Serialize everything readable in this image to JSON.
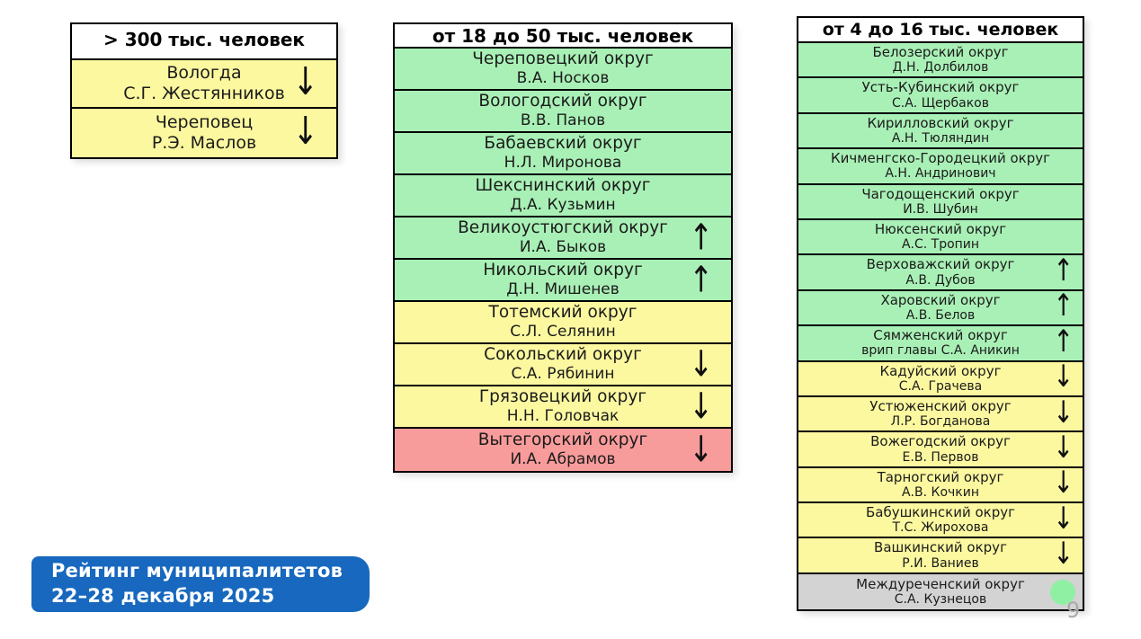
{
  "slide": {
    "badge": {
      "line1": "Рейтинг муниципалитетов",
      "line2": "22–28 декабря 2025"
    },
    "page_number": "9"
  },
  "colors": {
    "green": "#a9f0b6",
    "yellow": "#fcf8a0",
    "red": "#f89b9b",
    "gray": "#d3d3d3",
    "blue": "#1768be",
    "dot-green": "#8ff0a4"
  },
  "icons": {
    "up": "↑",
    "down": "↓"
  },
  "tables": [
    {
      "name": "table-over-300k",
      "header": "> 300 тыс. человек",
      "rows": [
        {
          "municipality": "Вологда",
          "head": "С.Г. Жестянников",
          "tone": "yellow",
          "trend": "down"
        },
        {
          "municipality": "Череповец",
          "head": "Р.Э. Маслов",
          "tone": "yellow",
          "trend": "down"
        }
      ]
    },
    {
      "name": "table-18-50k",
      "header": "от 18 до 50 тыс. человек",
      "rows": [
        {
          "municipality": "Череповецкий округ",
          "head": "В.А. Носков",
          "tone": "green",
          "trend": "none"
        },
        {
          "municipality": "Вологодский округ",
          "head": "В.В. Панов",
          "tone": "green",
          "trend": "none"
        },
        {
          "municipality": "Бабаевский округ",
          "head": "Н.Л. Миронова",
          "tone": "green",
          "trend": "none"
        },
        {
          "municipality": "Шекснинский округ",
          "head": "Д.А. Кузьмин",
          "tone": "green",
          "trend": "none"
        },
        {
          "municipality": "Великоустюгский округ",
          "head": "И.А. Быков",
          "tone": "green",
          "trend": "up"
        },
        {
          "municipality": "Никольский округ",
          "head": "Д.Н. Мишенев",
          "tone": "green",
          "trend": "up"
        },
        {
          "municipality": "Тотемский округ",
          "head": "С.Л. Селянин",
          "tone": "yellow",
          "trend": "none"
        },
        {
          "municipality": "Сокольский округ",
          "head": "С.А. Рябинин",
          "tone": "yellow",
          "trend": "down"
        },
        {
          "municipality": "Грязовецкий округ",
          "head": "Н.Н. Головчак",
          "tone": "yellow",
          "trend": "down"
        },
        {
          "municipality": "Вытегорский округ",
          "head": "И.А. Абрамов",
          "tone": "red",
          "trend": "down"
        }
      ]
    },
    {
      "name": "table-4-16k",
      "header": "от 4 до 16 тыс. человек",
      "rows": [
        {
          "municipality": "Белозерский округ",
          "head": "Д.Н. Долбилов",
          "tone": "green",
          "trend": "none"
        },
        {
          "municipality": "Усть-Кубинский округ",
          "head": "С.А. Щербаков",
          "tone": "green",
          "trend": "none"
        },
        {
          "municipality": "Кирилловский округ",
          "head": "А.Н. Тюляндин",
          "tone": "green",
          "trend": "none"
        },
        {
          "municipality": "Кичменгско-Городецкий округ",
          "head": "А.Н. Андринович",
          "tone": "green",
          "trend": "none"
        },
        {
          "municipality": "Чагодощенский округ",
          "head": "И.В. Шубин",
          "tone": "green",
          "trend": "none"
        },
        {
          "municipality": "Нюксенский округ",
          "head": "А.С. Тропин",
          "tone": "green",
          "trend": "none"
        },
        {
          "municipality": "Верховажский округ",
          "head": "А.В. Дубов",
          "tone": "green",
          "trend": "up"
        },
        {
          "municipality": "Харовский округ",
          "head": "А.В. Белов",
          "tone": "green",
          "trend": "up"
        },
        {
          "municipality": "Сямженский округ",
          "head": "врип главы С.А. Аникин",
          "tone": "green",
          "trend": "up"
        },
        {
          "municipality": "Кадуйский округ",
          "head": "С.А. Грачева",
          "tone": "yellow",
          "trend": "down"
        },
        {
          "municipality": "Устюженский округ",
          "head": "Л.Р. Богданова",
          "tone": "yellow",
          "trend": "down"
        },
        {
          "municipality": "Вожегодский округ",
          "head": "Е.В. Первов",
          "tone": "yellow",
          "trend": "down"
        },
        {
          "municipality": "Тарногский округ",
          "head": "А.В. Кочкин",
          "tone": "yellow",
          "trend": "down"
        },
        {
          "municipality": "Бабушкинский округ",
          "head": "Т.С. Жирохова",
          "tone": "yellow",
          "trend": "down"
        },
        {
          "municipality": "Вашкинский округ",
          "head": "Р.И. Ваниев",
          "tone": "yellow",
          "trend": "down"
        },
        {
          "municipality": "Междуреченский округ",
          "head": "С.А. Кузнецов",
          "tone": "gray",
          "trend": "dot"
        }
      ]
    }
  ]
}
